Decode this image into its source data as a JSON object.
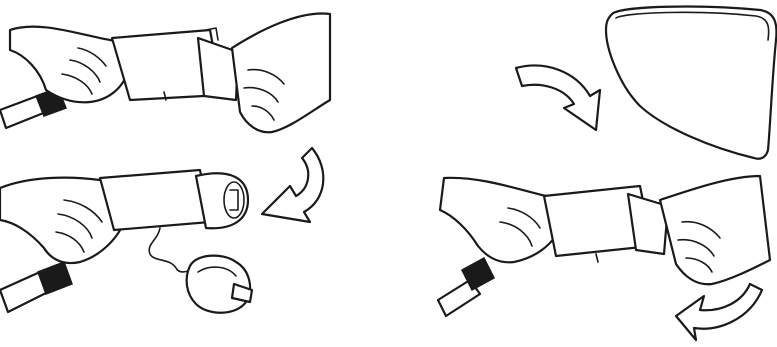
{
  "figure": {
    "panels": [
      {
        "name": "unlock-twist",
        "description_icon": "hands-twisting-connector-cap"
      },
      {
        "name": "cap-removed",
        "description_icon": "connector-with-dangling-cap"
      },
      {
        "name": "cover-panel",
        "description_icon": "protective-cover-plate"
      },
      {
        "name": "reattach-twist",
        "description_icon": "hands-twisting-connector-cap"
      }
    ],
    "arrows": [
      {
        "name": "rotate-arrow-top-left",
        "direction": "clockwise"
      },
      {
        "name": "rotate-arrow-top-right",
        "direction": "clockwise"
      },
      {
        "name": "rotate-arrow-bottom-right",
        "direction": "counter-clockwise"
      }
    ],
    "colors": {
      "line": "#1a1a1a",
      "background": "#ffffff"
    }
  }
}
